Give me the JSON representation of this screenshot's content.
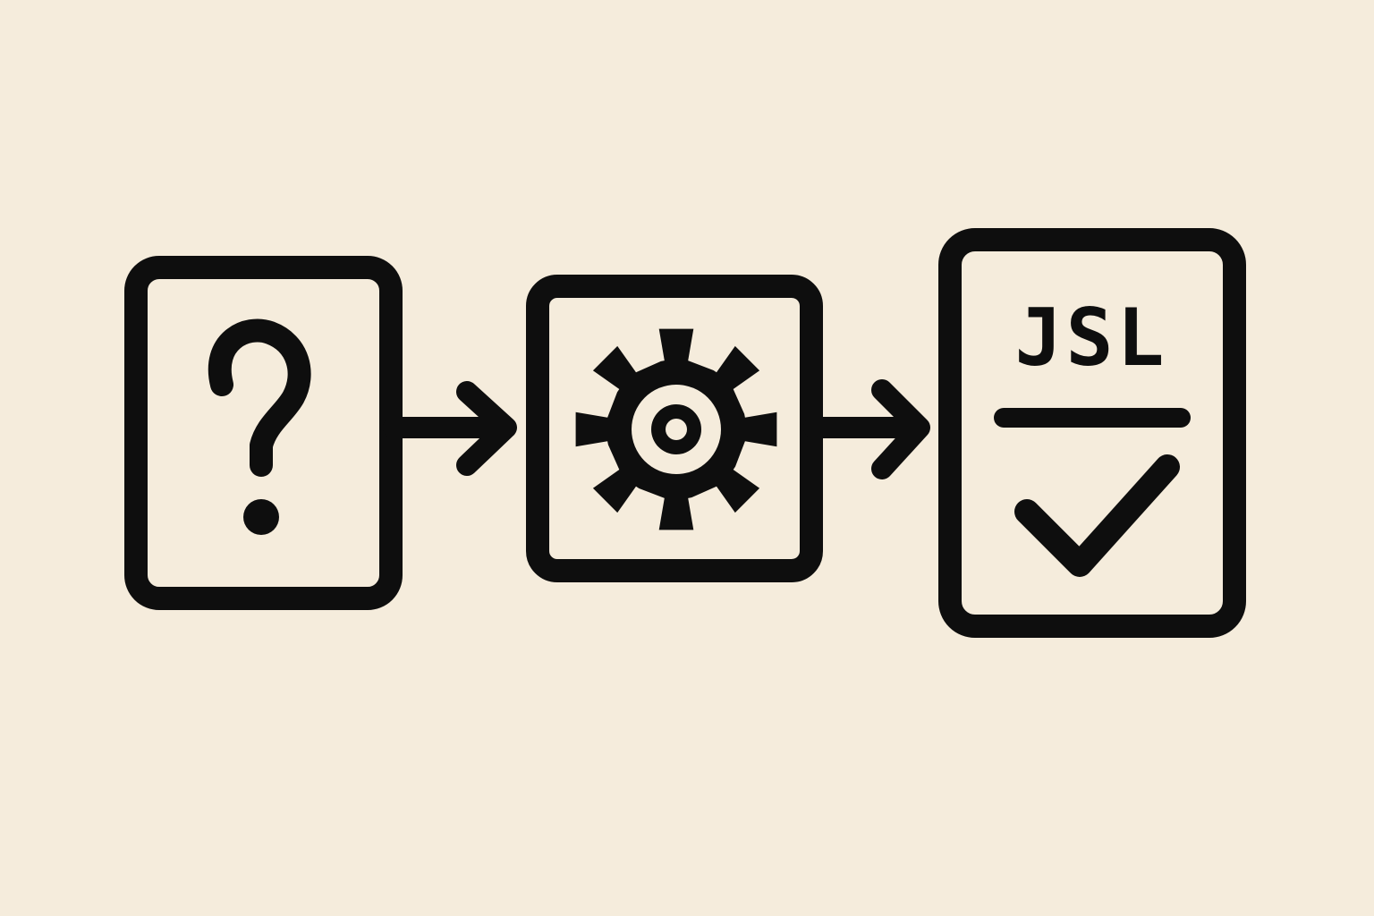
{
  "diagram": {
    "colors": {
      "background": "#f5ecdc",
      "ink": "#0e0e0e",
      "panel_fill": "#f5ecdc"
    },
    "steps": [
      {
        "id": "input",
        "icon": "question-mark-icon"
      },
      {
        "id": "process",
        "icon": "gear-icon"
      },
      {
        "id": "output",
        "icon": "check-icon",
        "label": "JSL"
      }
    ],
    "connectors": [
      {
        "from": "input",
        "to": "process",
        "icon": "arrow-right-icon"
      },
      {
        "from": "process",
        "to": "output",
        "icon": "arrow-right-icon"
      }
    ]
  }
}
